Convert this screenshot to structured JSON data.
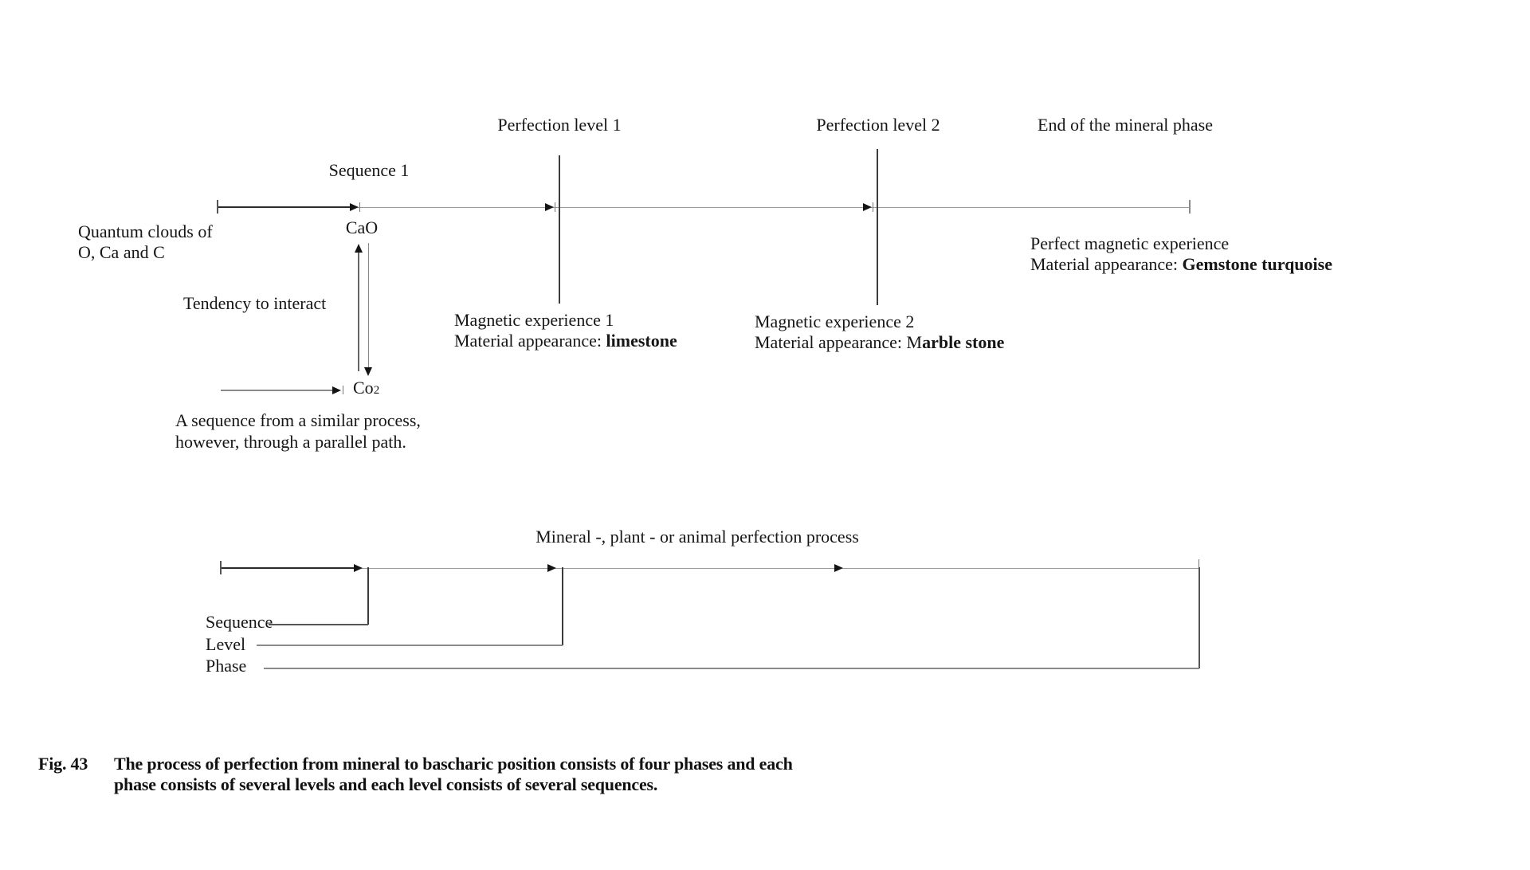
{
  "colors": {
    "dark_line": "#2b2b2b",
    "gray_line": "#9c9c9c",
    "text": "#161616"
  },
  "diagram1": {
    "sequence_label": "Sequence 1",
    "perfection_level_1": "Perfection level 1",
    "perfection_level_2": "Perfection level 2",
    "end_phase_label": "End of the mineral phase",
    "quantum_line1": "Quantum clouds of",
    "quantum_line2": "O, Ca and C",
    "cao": "CaO",
    "tendency": "Tendency to interact",
    "co2_base": "Co",
    "co2_sub": "2",
    "parallel_line1": "A sequence from a similar process,",
    "parallel_line2": "however, through a parallel path.",
    "magnetic1_title": "Magnetic experience 1",
    "magnetic1_prefix": "Material appearance: ",
    "magnetic1_bold": "limestone",
    "magnetic2_title": "Magnetic experience 2",
    "magnetic2_prefix": "Material appearance: M",
    "magnetic2_bold": "arble stone",
    "perfect_title": "Perfect magnetic experience",
    "perfect_prefix": "Material appearance: ",
    "perfect_bold": "Gemstone turquoise"
  },
  "diagram2": {
    "title": "Mineral -, plant - or animal perfection process",
    "sequence": "Sequence",
    "level": "Level",
    "phase": "Phase"
  },
  "caption": {
    "fig": "Fig. 43",
    "line1": "The process of perfection from mineral to bascharic position consists of four phases and each",
    "line2": "phase consists of several levels and each level consists of several sequences."
  }
}
